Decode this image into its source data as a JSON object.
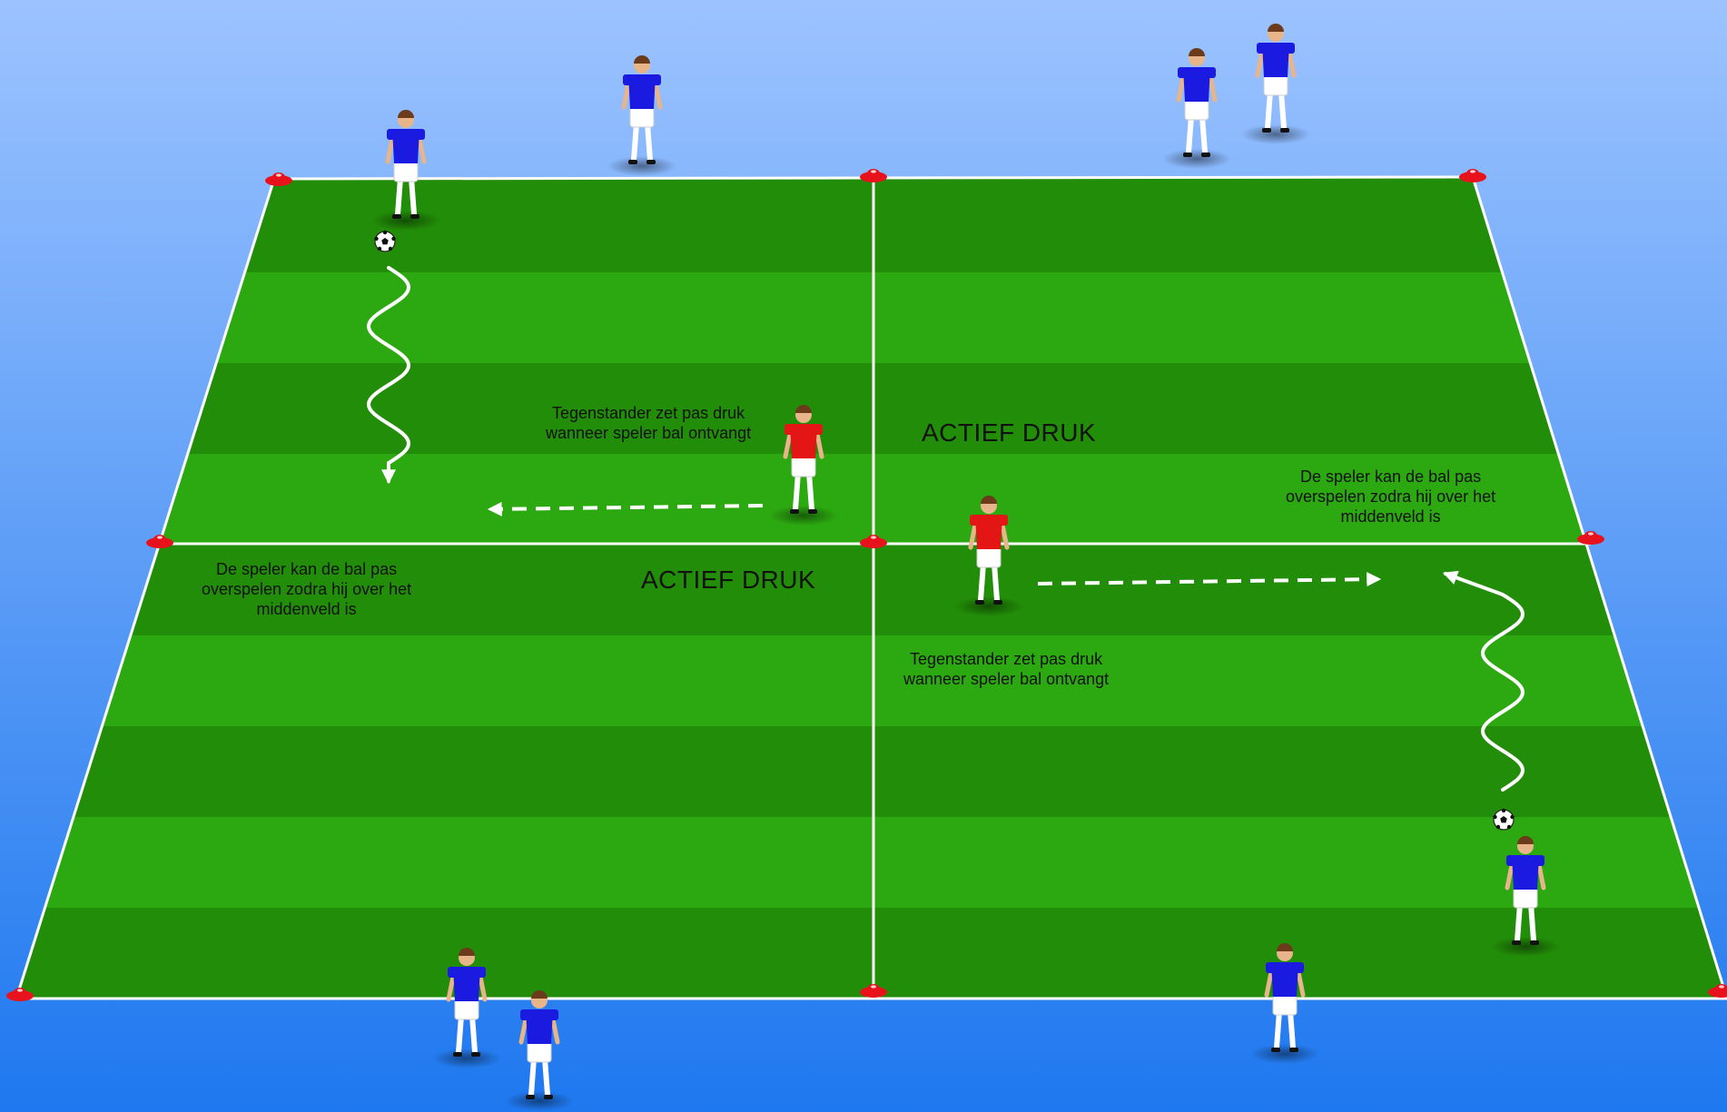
{
  "annotations": {
    "zone_label_top": "ACTIEF DRUK",
    "zone_label_bottom": "ACTIEF DRUK",
    "note_left": [
      "De speler kan de bal pas",
      "overspelen zodra hij over het",
      "middenveld is"
    ],
    "note_right": [
      "De speler kan de bal pas",
      "overspelen zodra hij over het",
      "middenveld is"
    ],
    "opponent_note_top": [
      "Tegenstander zet pas druk",
      "wanneer speler bal ontvangt"
    ],
    "opponent_note_bottom": [
      "Tegenstander zet pas druk",
      "wanneer speler bal ontvangt"
    ]
  },
  "colors": {
    "sky_top": "#9cc3ff",
    "sky_bottom": "#1e78ef",
    "pitch_light": "#2ca810",
    "pitch_dark": "#228d08",
    "line": "#ffffff",
    "cone": "#e8121c",
    "attacker_shirt": "#1a1ae0",
    "defender_shirt": "#e31515",
    "shorts": "#ffffff"
  },
  "legend": {
    "attacker_team": "blue-shirt",
    "defender_team": "red-shirt",
    "dribble_path": "wavy-arrow",
    "pressure_run": "dashed-arrow"
  }
}
